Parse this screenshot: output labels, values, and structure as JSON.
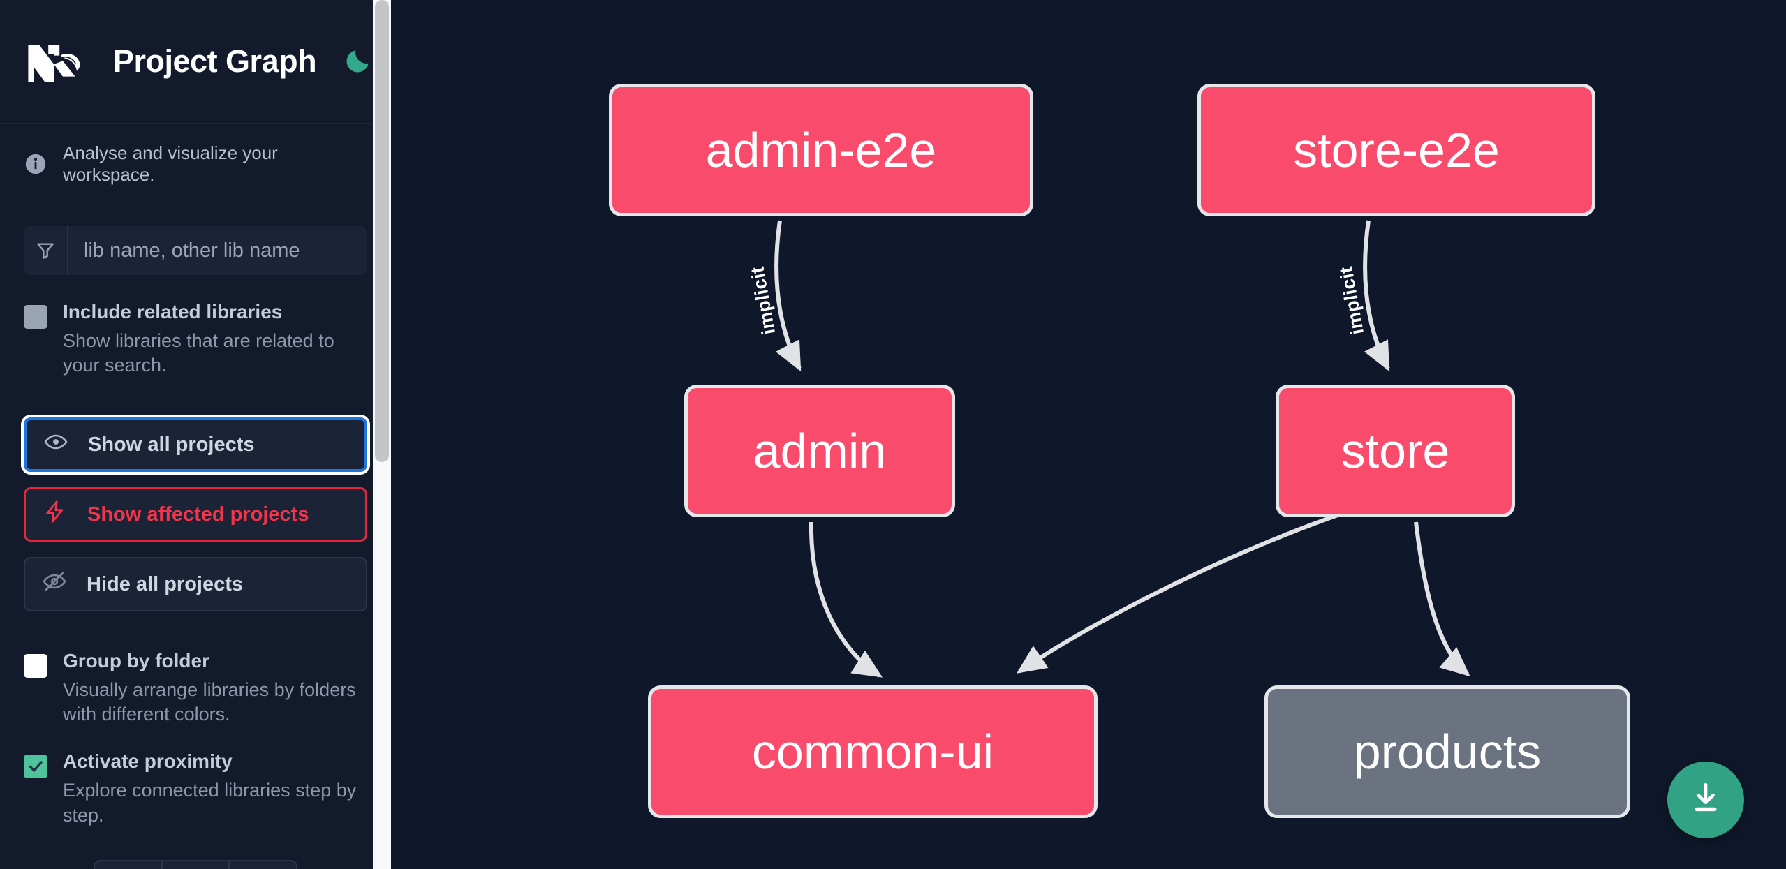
{
  "app": {
    "title": "Project Graph",
    "logo_icon": "nx-logo",
    "theme_toggle_icon": "moon-icon",
    "background_color": "#0F172A",
    "sidebar_color": "#121a2b"
  },
  "sidebar": {
    "tagline": {
      "icon": "info-icon",
      "text": "Analyse and visualize your workspace."
    },
    "search": {
      "icon": "filter-icon",
      "placeholder": "lib name, other lib name",
      "value": ""
    },
    "checkboxes": [
      {
        "id": "include-related-libraries",
        "label": "Include related libraries",
        "description": "Show libraries that are related to your search.",
        "checked": false,
        "style": "gray"
      },
      {
        "id": "group-by-folder",
        "label": "Group by folder",
        "description": "Visually arrange libraries by folders with different colors.",
        "checked": false,
        "style": "white"
      },
      {
        "id": "activate-proximity",
        "label": "Activate proximity",
        "description": "Explore connected libraries step by step.",
        "checked": true,
        "style": "green"
      }
    ],
    "buttons": [
      {
        "id": "show-all-projects",
        "label": "Show all projects",
        "icon": "eye-icon",
        "state": "focused"
      },
      {
        "id": "show-affected-projects",
        "label": "Show affected projects",
        "icon": "lightning-icon",
        "state": "danger"
      },
      {
        "id": "hide-all-projects",
        "label": "Hide all projects",
        "icon": "eye-off-icon",
        "state": "normal"
      }
    ],
    "scrollbar": {
      "thumb_color": "#c3c5c9",
      "track_color": "#f7f8fa"
    }
  },
  "graph": {
    "node_color": "#F94C6C",
    "node_inactive_color": "#6B7280",
    "node_border_color": "#E5E7EB",
    "edge_color": "#E5E7EB",
    "nodes": [
      {
        "id": "admin-e2e",
        "label": "admin-e2e",
        "state": "affected"
      },
      {
        "id": "store-e2e",
        "label": "store-e2e",
        "state": "affected"
      },
      {
        "id": "admin",
        "label": "admin",
        "state": "affected"
      },
      {
        "id": "store",
        "label": "store",
        "state": "affected"
      },
      {
        "id": "common-ui",
        "label": "common-ui",
        "state": "affected"
      },
      {
        "id": "products",
        "label": "products",
        "state": "normal"
      }
    ],
    "edges": [
      {
        "from": "admin-e2e",
        "to": "admin",
        "label": "implicit"
      },
      {
        "from": "store-e2e",
        "to": "store",
        "label": "implicit"
      },
      {
        "from": "admin",
        "to": "common-ui",
        "label": ""
      },
      {
        "from": "store",
        "to": "common-ui",
        "label": ""
      },
      {
        "from": "store",
        "to": "products",
        "label": ""
      }
    ],
    "download_button": {
      "icon": "download-icon",
      "color": "#31A283"
    }
  }
}
